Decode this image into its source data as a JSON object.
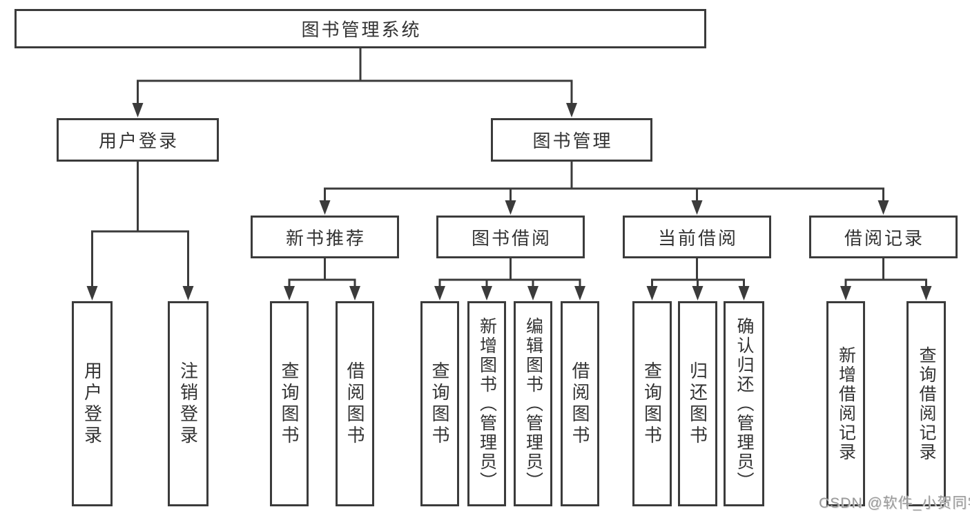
{
  "colors": {
    "line": "#3b3b3b",
    "text": "#333333",
    "watermark": "#9a9a9a",
    "background": "#ffffff"
  },
  "watermark": {
    "text": "CSDN @软件_小贺同学"
  },
  "tree": {
    "root": {
      "label": "图书管理系统"
    },
    "branches": [
      {
        "label": "用户登录",
        "children": [
          {
            "label": "用户登录"
          },
          {
            "label": "注销登录"
          }
        ]
      },
      {
        "label": "图书管理",
        "children": [
          {
            "label": "新书推荐",
            "children": [
              {
                "label": "查询图书"
              },
              {
                "label": "借阅图书"
              }
            ]
          },
          {
            "label": "图书借阅",
            "children": [
              {
                "label": "查询图书"
              },
              {
                "label": "新增图书（管理员）"
              },
              {
                "label": "编辑图书（管理员）"
              },
              {
                "label": "借阅图书"
              }
            ]
          },
          {
            "label": "当前借阅",
            "children": [
              {
                "label": "查询图书"
              },
              {
                "label": "归还图书"
              },
              {
                "label": "确认归还（管理员）"
              }
            ]
          },
          {
            "label": "借阅记录",
            "children": [
              {
                "label": "新增借阅记录"
              },
              {
                "label": "查询借阅记录"
              }
            ]
          }
        ]
      }
    ]
  }
}
